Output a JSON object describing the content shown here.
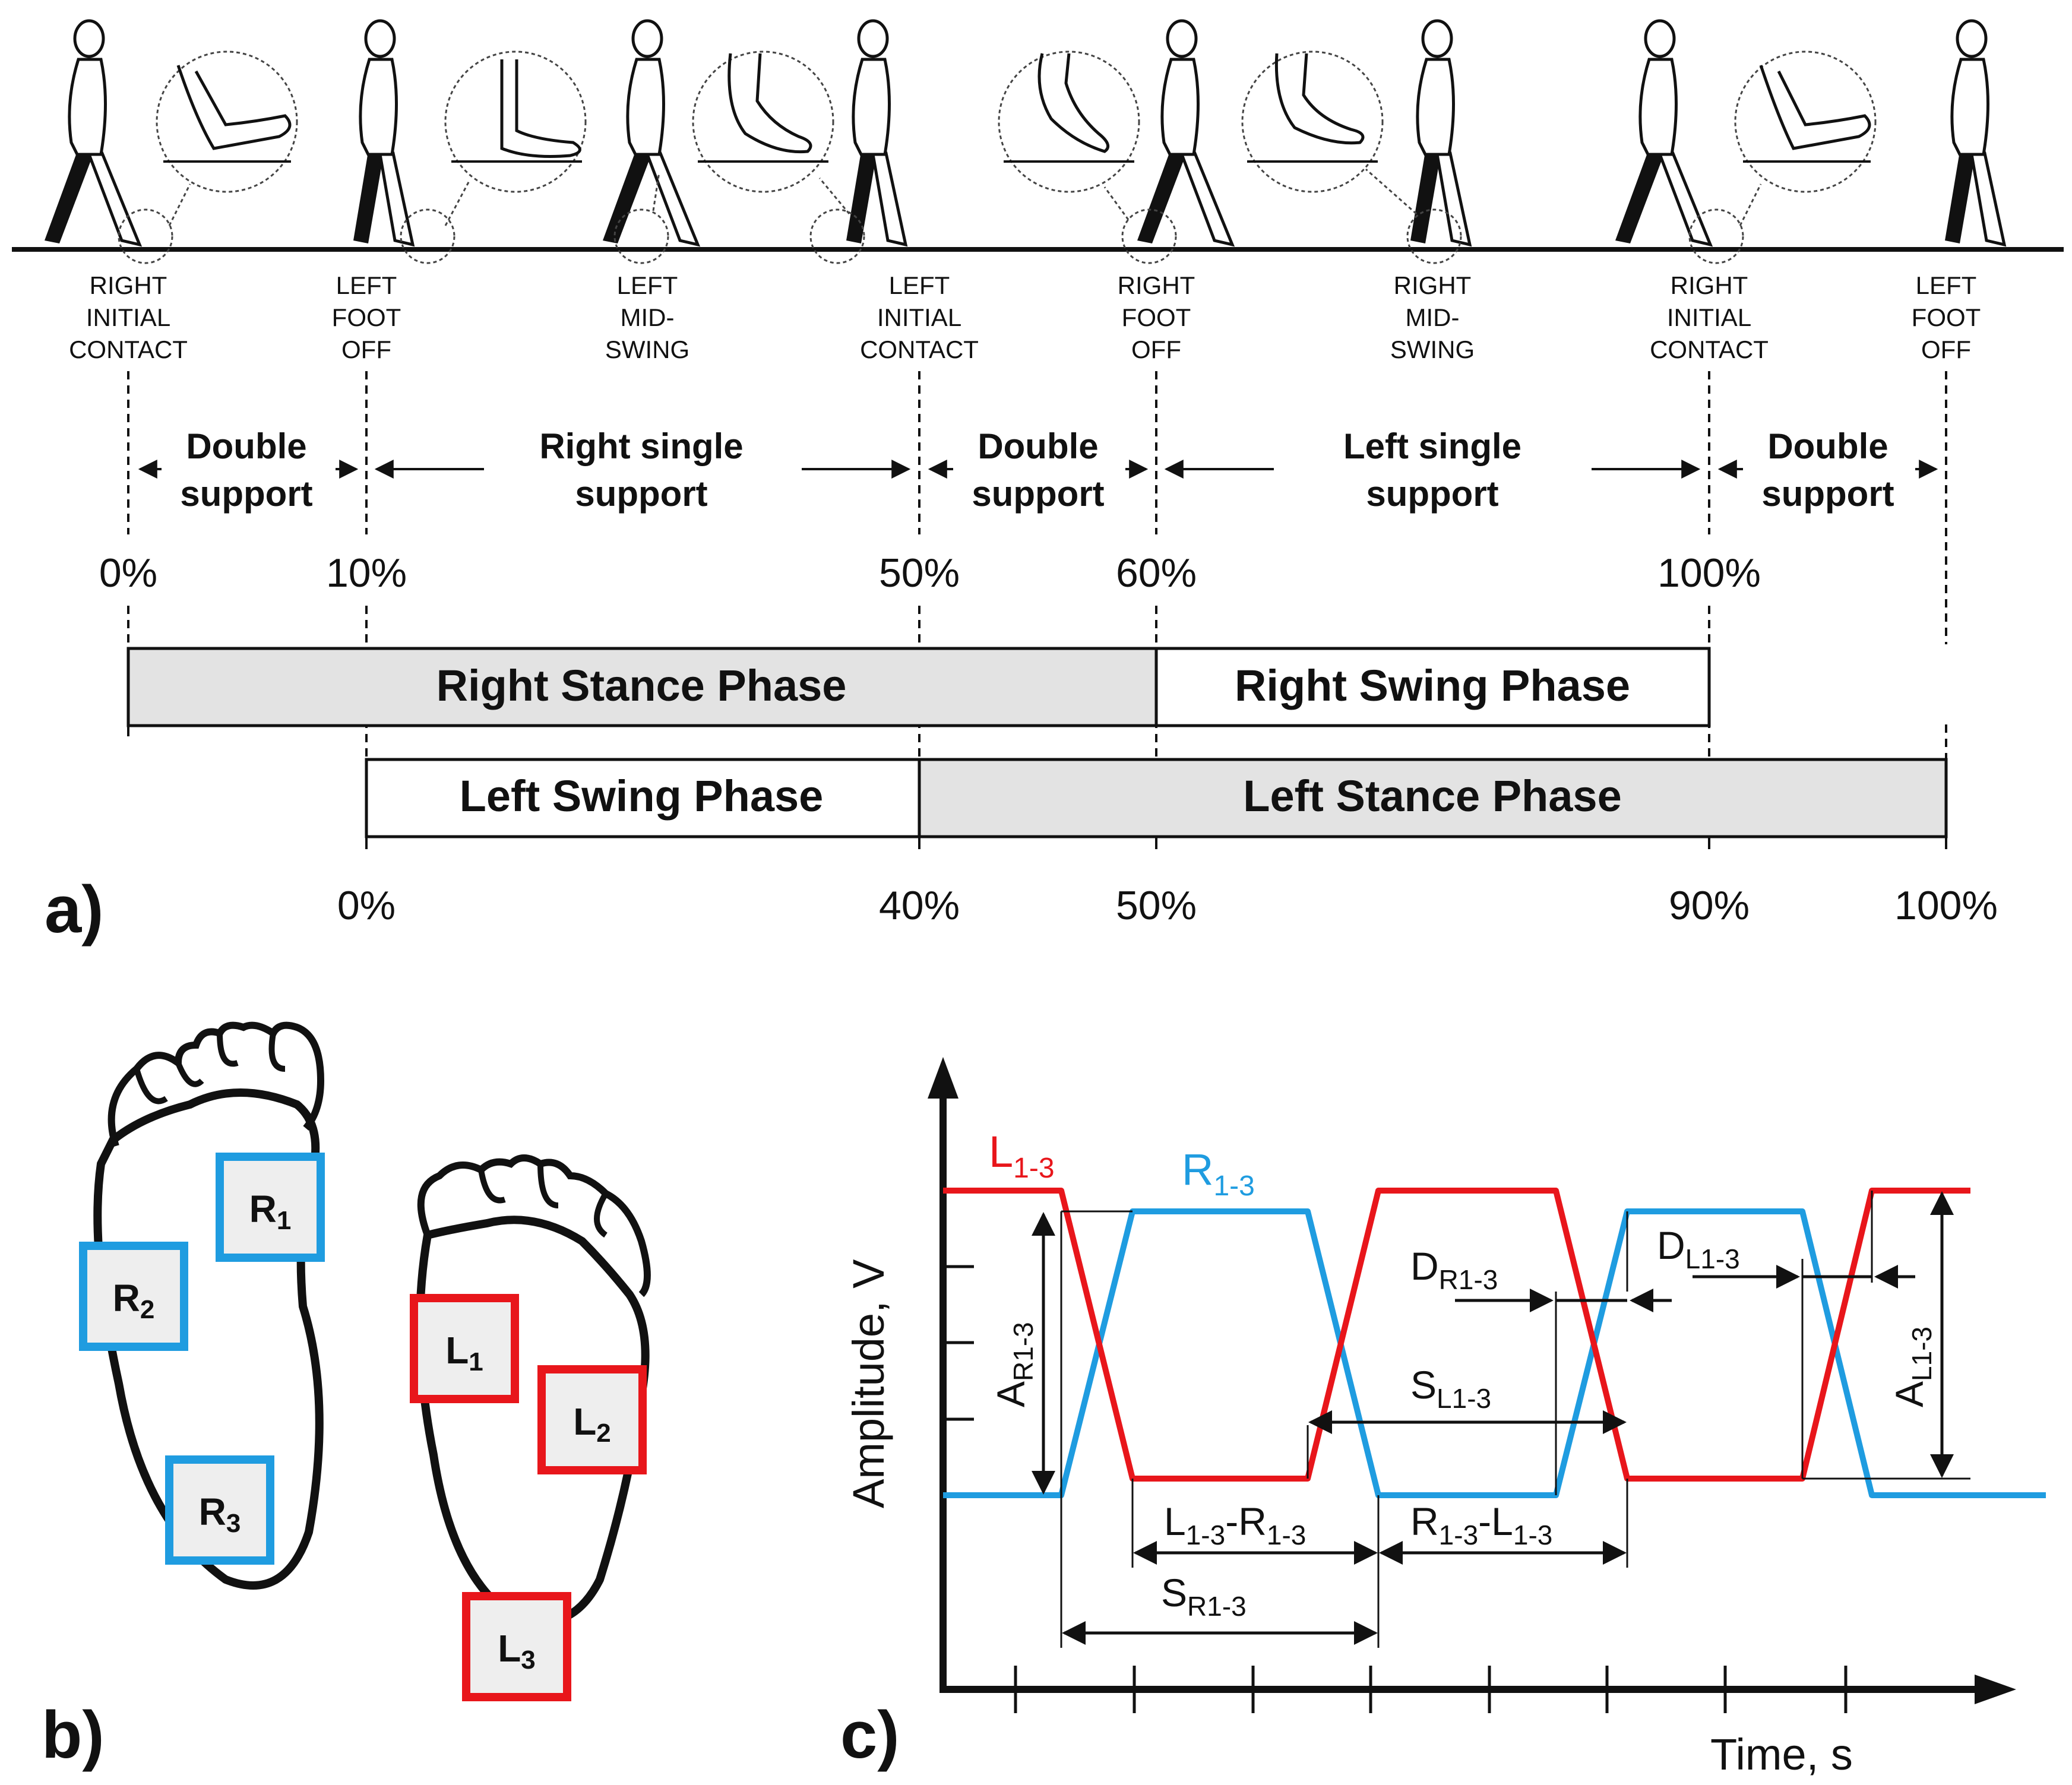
{
  "panel_a": {
    "label": "a)",
    "events": [
      {
        "lines": [
          "RIGHT",
          "INITIAL",
          "CONTACT"
        ]
      },
      {
        "lines": [
          "LEFT",
          "FOOT",
          "OFF"
        ]
      },
      {
        "lines": [
          "LEFT",
          "MID-",
          "SWING"
        ]
      },
      {
        "lines": [
          "LEFT",
          "INITIAL",
          "CONTACT"
        ]
      },
      {
        "lines": [
          "RIGHT",
          "FOOT",
          "OFF"
        ]
      },
      {
        "lines": [
          "RIGHT",
          "MID-",
          "SWING"
        ]
      },
      {
        "lines": [
          "RIGHT",
          "INITIAL",
          "CONTACT"
        ]
      },
      {
        "lines": [
          "LEFT",
          "FOOT",
          "OFF"
        ]
      }
    ],
    "supports": [
      {
        "lines": [
          "Double",
          "support"
        ]
      },
      {
        "lines": [
          "Right single",
          "support"
        ]
      },
      {
        "lines": [
          "Double",
          "support"
        ]
      },
      {
        "lines": [
          "Left single",
          "support"
        ]
      },
      {
        "lines": [
          "Double",
          "support"
        ]
      }
    ],
    "right_percents": [
      "0%",
      "10%",
      "50%",
      "60%",
      "100%"
    ],
    "left_percents": [
      "0%",
      "40%",
      "50%",
      "90%",
      "100%"
    ],
    "right_stance": "Right Stance Phase",
    "right_swing": "Right Swing Phase",
    "left_swing": "Left Swing Phase",
    "left_stance": "Left Stance Phase"
  },
  "panel_b": {
    "label": "b)",
    "right_sensors": [
      "R1",
      "R2",
      "R3"
    ],
    "left_sensors": [
      "L1",
      "L2",
      "L3"
    ],
    "right_color": "#1f9ce0",
    "left_color": "#e8161b"
  },
  "panel_c": {
    "label": "c)",
    "y_axis": "Amplitude, V",
    "x_axis": "Time, s",
    "signal_L": {
      "name": "L",
      "sub": "1-3",
      "color": "#e8161b"
    },
    "signal_R": {
      "name": "R",
      "sub": "1-3",
      "color": "#1f9ce0"
    },
    "A_R": {
      "main": "A",
      "sub": "R1-3"
    },
    "A_L": {
      "main": "A",
      "sub": "L1-3"
    },
    "D_R": {
      "main": "D",
      "sub": "R1-3"
    },
    "D_L": {
      "main": "D",
      "sub": "L1-3"
    },
    "S_L": {
      "main": "S",
      "sub": "L1-3"
    },
    "S_R": {
      "main": "S",
      "sub": "R1-3"
    },
    "LR": {
      "a": "L",
      "a_sub": "1-3",
      "sep": "-",
      "b": "R",
      "b_sub": "1-3"
    },
    "RL": {
      "a": "R",
      "a_sub": "1-3",
      "sep": "-",
      "b": "L",
      "b_sub": "1-3"
    }
  }
}
